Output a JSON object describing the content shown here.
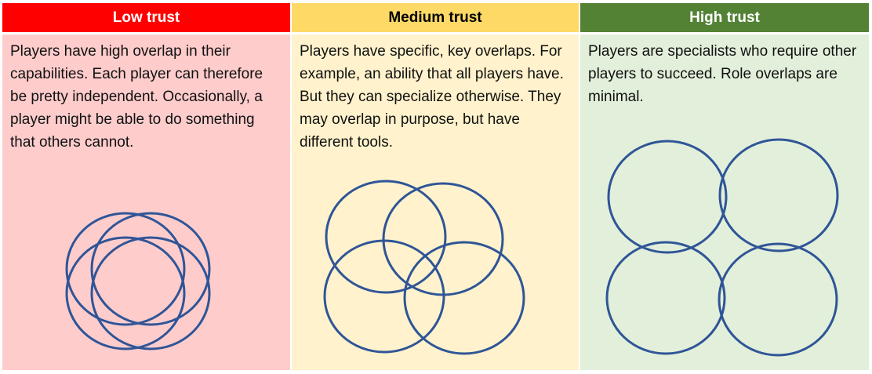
{
  "columns": [
    {
      "title": "Low trust",
      "text": "Players have high overlap in their capabilities. Each player can therefore be pretty independent. Occasionally, a player might be able to do something that others cannot.",
      "header_color": "#ff0000",
      "header_text_color": "#ffffff",
      "body_color": "#ffcccc"
    },
    {
      "title": "Medium trust",
      "text": "Players have specific, key overlaps. For example, an ability that all players have. But they can specialize otherwise. They may overlap in purpose, but have different tools.",
      "header_color": "#ffd966",
      "header_text_color": "#000000",
      "body_color": "#fff2cc"
    },
    {
      "title": "High trust",
      "text": "Players are specialists who require other players to succeed. Role overlaps are minimal.",
      "header_color": "#548235",
      "header_text_color": "#ffffff",
      "body_color": "#e2efda"
    }
  ],
  "circle_color": "#2f5597"
}
